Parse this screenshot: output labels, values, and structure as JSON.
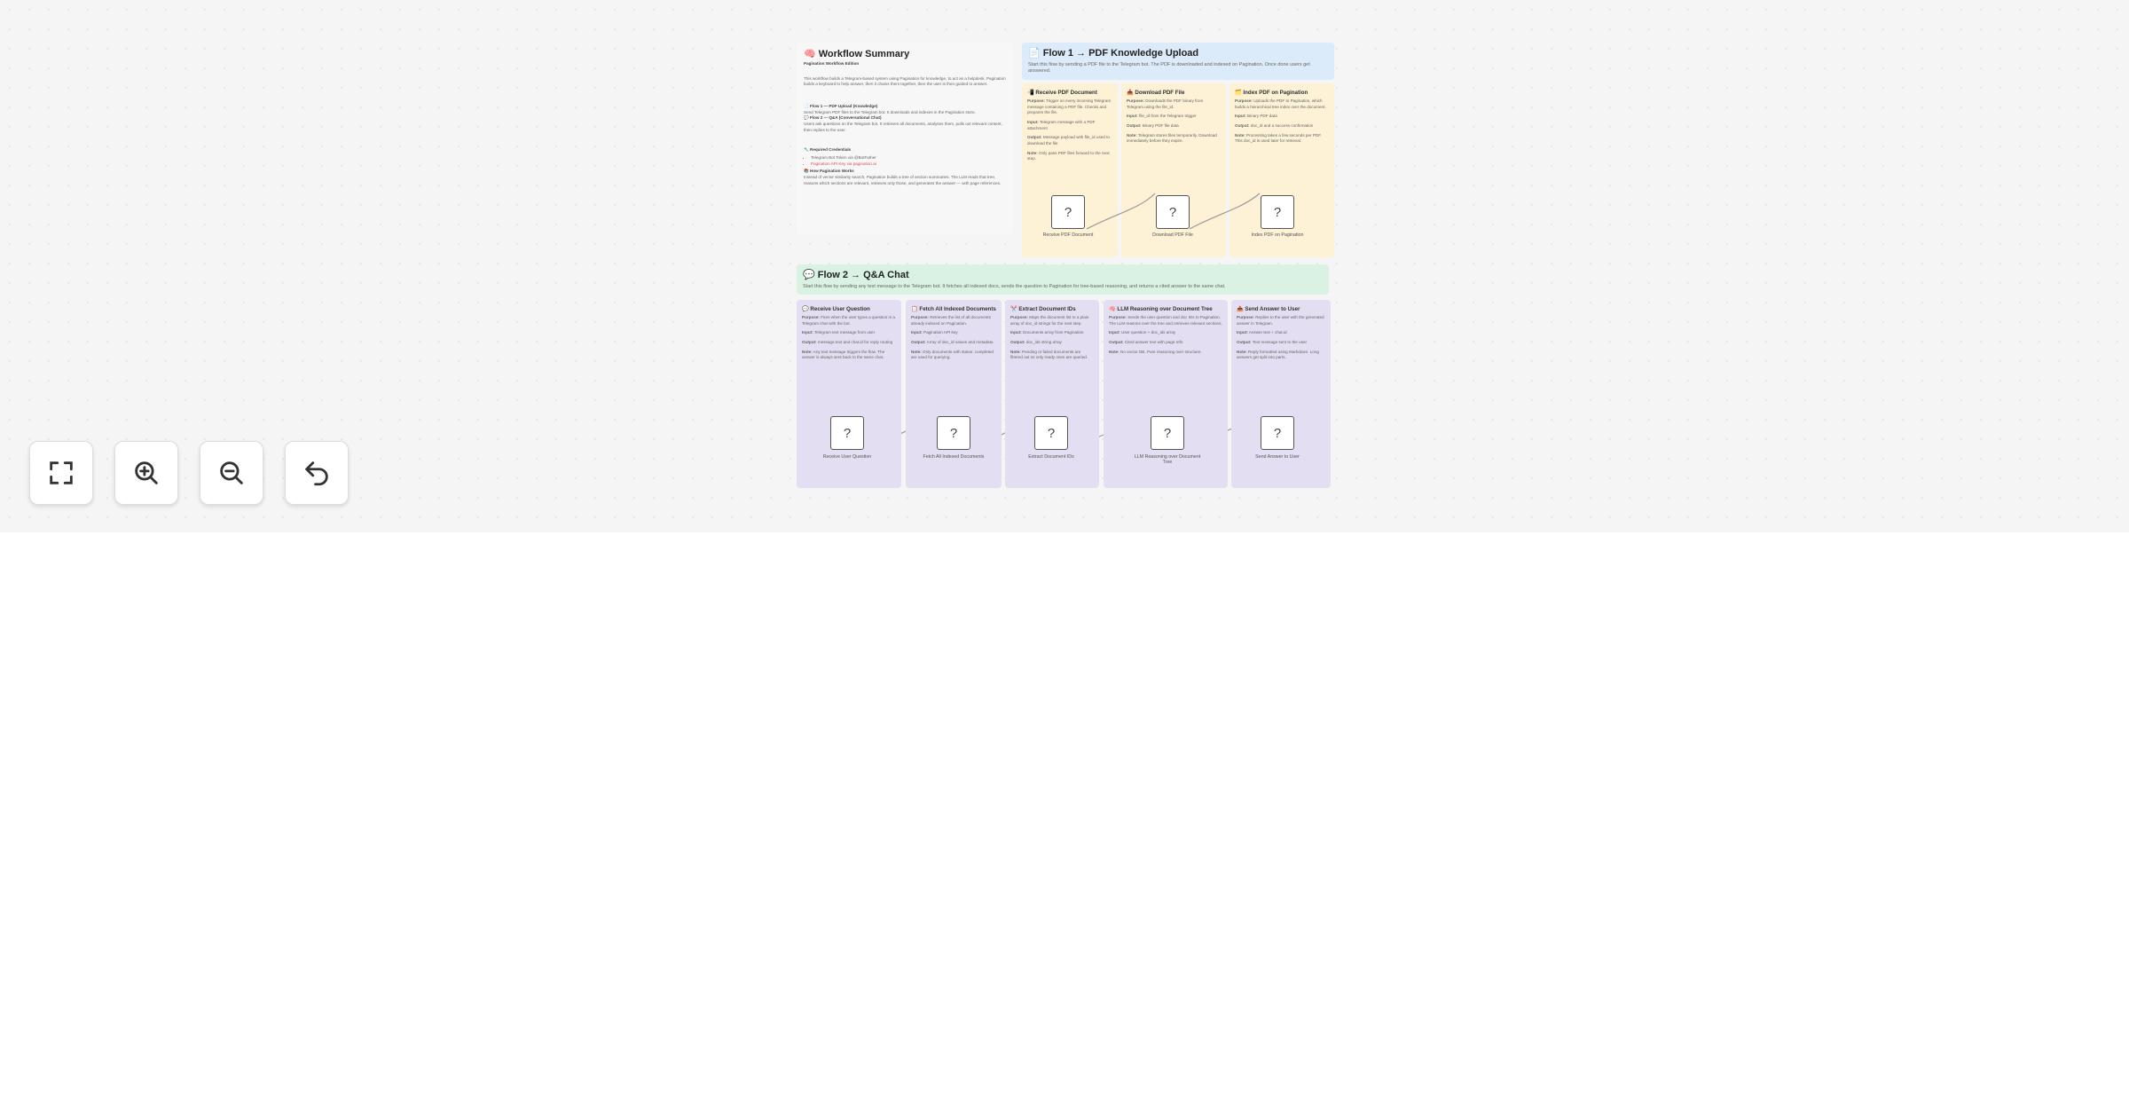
{
  "controls": {
    "fit_icon": "fullscreen-icon",
    "zoom_in_icon": "zoom-in-icon",
    "zoom_out_icon": "zoom-out-icon",
    "reset_icon": "undo-icon"
  },
  "summary": {
    "title": "🧠 Workflow Summary",
    "subtitle": "Pagination Workflow Edition",
    "intro": "This workflow builds a Telegram-based system using Pagination for knowledge, to act as a helpdesk. Pagination builds a keyboard to help answer, then it chains them together, then the user is then guided to answer.",
    "flow1_head": "📄 Flow 1 — PDF Upload (Knowledge)",
    "flow1_line": "Send Telegram PDF files to the Telegram bot. It downloads and indexes in the Pagination store.",
    "flow2_head": "💬 Flow 2 — Q&A (Conversational Chat)",
    "flow2_line": "Users ask questions on the Telegram bot. It retrieves all documents, analyses them, pulls out relevant content, then replies to the user.",
    "req_head": "🔧 Required Credentials",
    "req_items": [
      "Telegram Bot Token via @BotFather",
      "Pagination API Key via pagination.ai"
    ],
    "how_head": "📚 How Pagination Works",
    "how_text": "Instead of vector similarity search, Pagination builds a tree of section summaries. The LLM reads that tree, reasons which sections are relevant, retrieves only those, and generates the answer — with page references."
  },
  "flow1": {
    "title": "📄 Flow 1 → PDF Knowledge Upload",
    "desc": "Start this flow by sending a PDF file to the Telegram bot. The PDF is downloaded and indexed on Pagination. Once done users get answered.",
    "steps": [
      {
        "title": "📲 Receive PDF Document",
        "purpose": "Trigger on every incoming Telegram message containing a PDF file. Checks and prepares the file.",
        "input": "Telegram message with a PDF attachment",
        "output": "Message payload with file_id used to download the file",
        "note": "Only pass PDF files forward to the next step."
      },
      {
        "title": "📥 Download PDF File",
        "purpose": "Downloads the PDF binary from Telegram using the file_id.",
        "input": "file_id from the Telegram trigger",
        "output": "Binary PDF file data",
        "note": "Telegram stores files temporarily. Download immediately before they expire."
      },
      {
        "title": "🗂️ Index PDF on Pagination",
        "purpose": "Uploads the PDF to Pagination, which builds a hierarchical tree index over the document.",
        "input": "Binary PDF data",
        "output": "doc_id and a success confirmation",
        "note": "Processing takes a few seconds per PDF. This doc_id is used later for retrieval."
      }
    ],
    "nodes": [
      {
        "glyph": "?",
        "label": "Receive PDF Document"
      },
      {
        "glyph": "?",
        "label": "Download PDF File"
      },
      {
        "glyph": "?",
        "label": "Index PDF on Pagination"
      }
    ]
  },
  "flow2": {
    "title": "💬 Flow 2 → Q&A Chat",
    "desc": "Start this flow by sending any text message to the Telegram bot. It fetches all indexed docs, sends the question to Pagination for tree-based reasoning, and returns a cited answer to the same chat.",
    "steps": [
      {
        "title": "💬 Receive User Question",
        "purpose": "Fires when the user types a question in a Telegram chat with the bot.",
        "input": "Telegram text message from user",
        "output": "message.text and chat.id for reply routing",
        "note": "Any text message triggers the flow. The answer is always sent back to the same chat."
      },
      {
        "title": "📋 Fetch All Indexed Documents",
        "purpose": "Retrieves the list of all documents already indexed on Pagination.",
        "input": "Pagination API key",
        "output": "Array of doc_id values and metadata",
        "note": "Only documents with status: completed are used for querying."
      },
      {
        "title": "✂️ Extract Document IDs",
        "purpose": "Maps the document list to a plain array of doc_id strings for the next step.",
        "input": "Documents array from Pagination",
        "output": "doc_ids string array",
        "note": "Pending or failed documents are filtered out so only ready ones are queried."
      },
      {
        "title": "🧠 LLM Reasoning over Document Tree",
        "purpose": "Sends the user question and doc IDs to Pagination. The LLM reasons over the tree and retrieves relevant sections.",
        "input": "User question + doc_ids array",
        "output": "Cited answer text with page refs",
        "note": "No vector DB. Pure reasoning over structure."
      },
      {
        "title": "📤 Send Answer to User",
        "purpose": "Replies to the user with the generated answer in Telegram.",
        "input": "Answer text + chat.id",
        "output": "Text message sent to the user",
        "note": "Reply formatted using Markdown. Long answers get split into parts."
      }
    ],
    "nodes": [
      {
        "glyph": "?",
        "label": "Receive User Question"
      },
      {
        "glyph": "?",
        "label": "Fetch All Indexed Documents"
      },
      {
        "glyph": "?",
        "label": "Extract Document IDs"
      },
      {
        "glyph": "?",
        "label": "LLM Reasoning over Document Tree"
      },
      {
        "glyph": "?",
        "label": "Send Answer to User"
      }
    ]
  },
  "labels": {
    "purpose": "Purpose:",
    "input": "Input:",
    "output": "Output:",
    "note": "Note:"
  },
  "colors": {
    "canvas": "#f5f5f5",
    "flow1_header": "#dcebf9",
    "flow1_body": "#fdf1d6",
    "flow2_header": "#d9f2e3",
    "flow2_body": "#e3def1",
    "summary": "#f7f7f7"
  }
}
